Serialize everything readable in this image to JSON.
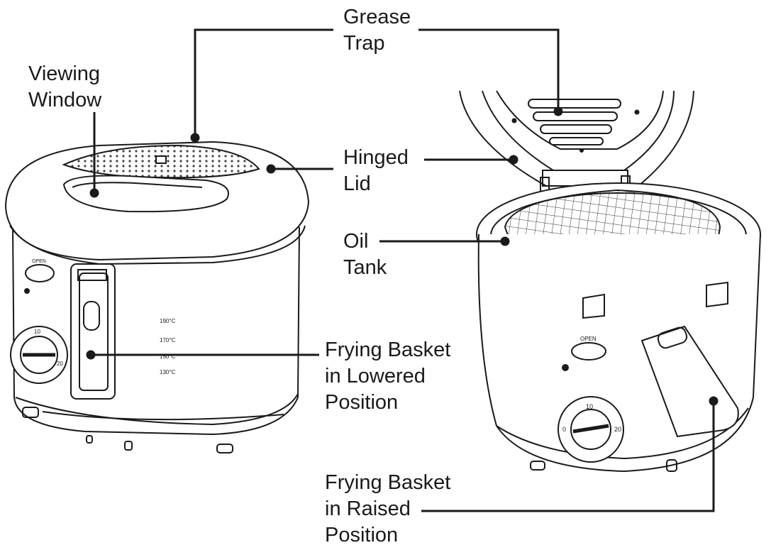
{
  "labels": {
    "grease_trap": [
      "Grease",
      "Trap"
    ],
    "viewing_window": [
      "Viewing",
      "Window"
    ],
    "hinged_lid": [
      "Hinged",
      "Lid"
    ],
    "oil_tank": [
      "Oil",
      "Tank"
    ],
    "basket_lowered": [
      "Frying Basket",
      "in Lowered",
      "Position"
    ],
    "basket_raised": [
      "Frying Basket",
      "in Raised",
      "Position"
    ]
  },
  "device_text": {
    "open_left": "OPEN",
    "open_right": "OPEN",
    "temp_1": "190°C",
    "temp_2": "170°C",
    "temp_3": "150°C",
    "temp_4": "130°C",
    "dial_top_right": "10",
    "dial_left_right": "0",
    "dial_right_right": "20",
    "dial_top_left": "10",
    "dial_right_left": "20"
  },
  "colors": {
    "line": "#1a1a1a",
    "background": "#ffffff"
  }
}
